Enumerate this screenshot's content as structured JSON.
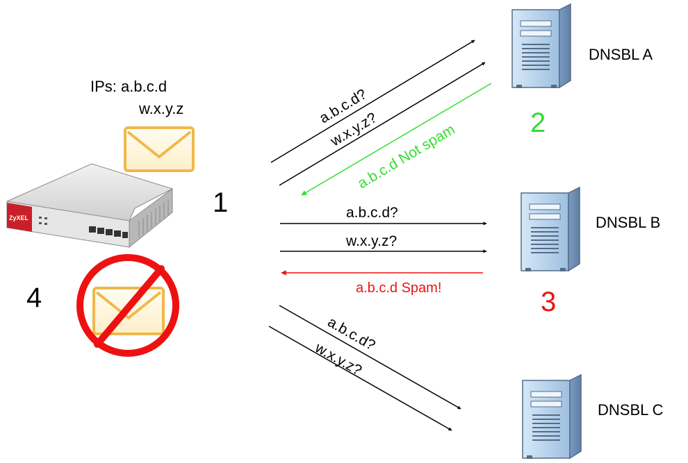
{
  "sender": {
    "ips_line1": "IPs: a.b.c.d",
    "ips_line2": "w.x.y.z"
  },
  "steps": {
    "step1": "1",
    "step2": "2",
    "step3": "3",
    "step4": "4"
  },
  "servers": {
    "a": "DNSBL A",
    "b": "DNSBL B",
    "c": "DNSBL C"
  },
  "queries": {
    "ip1": "a.b.c.d?",
    "ip2": "w.x.y.z?"
  },
  "responses": {
    "a": "a.b.c.d Not spam",
    "b": "a.b.c.d Spam!"
  },
  "device": {
    "brand": "ZyXEL"
  },
  "colors": {
    "not_spam": "#33dd33",
    "spam": "#ee1111",
    "envelope_border": "#f0b84a",
    "envelope_fill": "#fff8e6",
    "server_body": "#a9c9e8",
    "device_red": "#c8202a"
  }
}
